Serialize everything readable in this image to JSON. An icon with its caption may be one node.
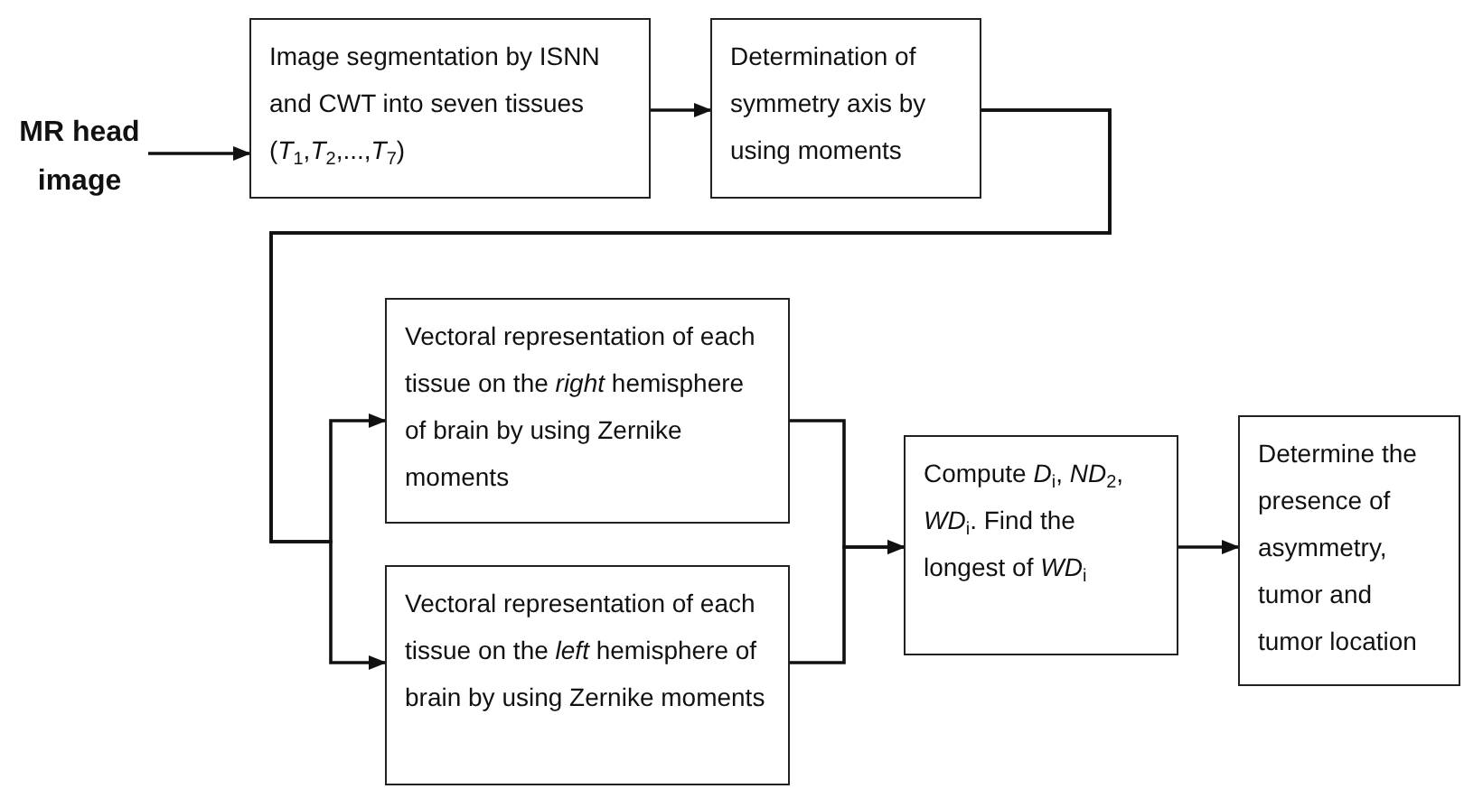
{
  "diagram": {
    "nodes": [
      {
        "text": [
          "MR head image"
        ]
      },
      {
        "text": [
          "Image segmentation by ISNN and CWT into seven tissues (*T*$_{1}$,*T*$_{2}$,...,*T*$_{7}$)"
        ]
      },
      {
        "text": [
          "Determination of symmetry axis by using moments"
        ]
      },
      {
        "text": [
          "Vectoral representation of each tissue on the *right* hemisphere of brain by using Zernike moments"
        ]
      },
      {
        "text": [
          "Vectoral representation of each tissue on the *left* hemisphere of brain by using Zernike moments"
        ]
      },
      {
        "text": [
          "Compute *D*$_{i}$, *ND*$_{2}$, *WD*$_{i}$. Find the longest of *WD*$_{i}$"
        ]
      },
      {
        "text": [
          "Determine the presence of asymmetry, tumor and tumor location"
        ]
      }
    ],
    "edges": [
      {
        "from": 0,
        "to": 1,
        "arrow": "to"
      },
      {
        "from": 1,
        "to": 2,
        "arrow": "to"
      },
      {
        "from": 2,
        "to": 3,
        "arrow": "to"
      },
      {
        "from": 2,
        "to": 4,
        "arrow": "to"
      },
      {
        "from": 3,
        "to": 5,
        "arrow": "to"
      },
      {
        "from": 4,
        "to": 5,
        "arrow": "to"
      },
      {
        "from": 5,
        "to": 6,
        "arrow": "to"
      }
    ]
  }
}
